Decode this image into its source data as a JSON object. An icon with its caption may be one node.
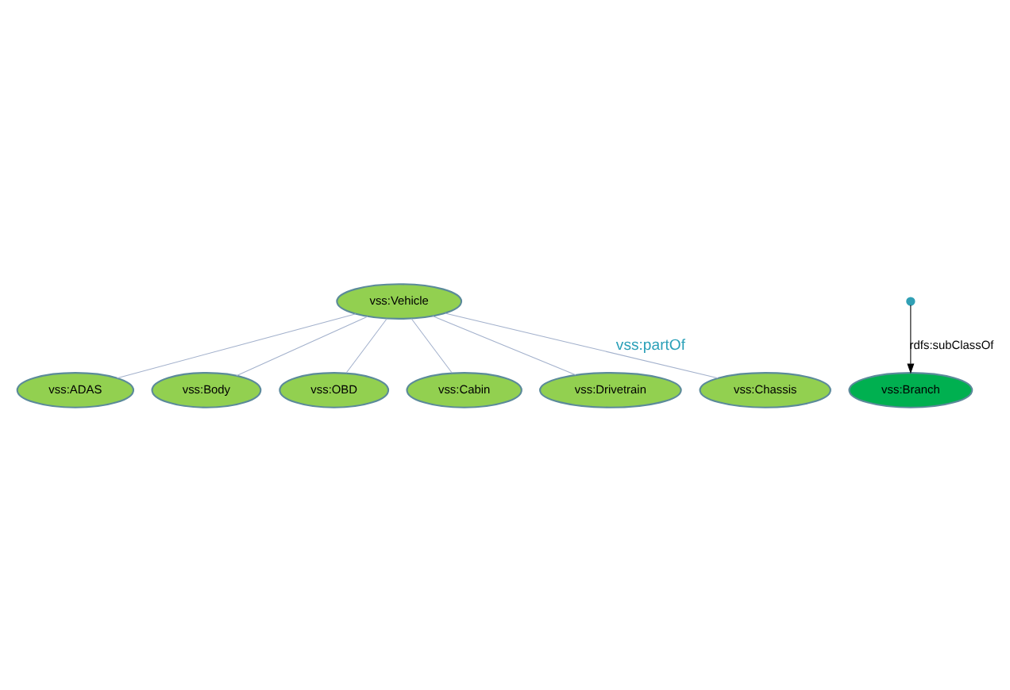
{
  "diagram": {
    "nodes": [
      {
        "text": [
          "vss:Vehicle"
        ]
      },
      {
        "text": [
          "vss:ADAS"
        ]
      },
      {
        "text": [
          "vss:Body"
        ]
      },
      {
        "text": [
          "vss:OBD"
        ]
      },
      {
        "text": [
          "vss:Cabin"
        ]
      },
      {
        "text": [
          "vss:Drivetrain"
        ]
      },
      {
        "text": [
          "vss:Chassis"
        ]
      },
      {
        "text": [
          "vss:Branch"
        ]
      }
    ],
    "edges": [
      {
        "from": 0,
        "to": 2,
        "arrow": "none"
      },
      {
        "from": 0,
        "to": 4,
        "arrow": "none"
      },
      {
        "from": 0,
        "to": 6,
        "arrow": "none",
        "label": "vss:partOf"
      },
      {
        "from": 0,
        "to": 5,
        "arrow": "none"
      },
      {
        "from": 0,
        "to": 3,
        "arrow": "none"
      },
      {
        "from": 0,
        "to": 1,
        "arrow": "none"
      },
      {
        "from": null,
        "to": 7,
        "arrow": "to",
        "label": "rdfs:subClassOf",
        "color": "#000000"
      }
    ]
  }
}
